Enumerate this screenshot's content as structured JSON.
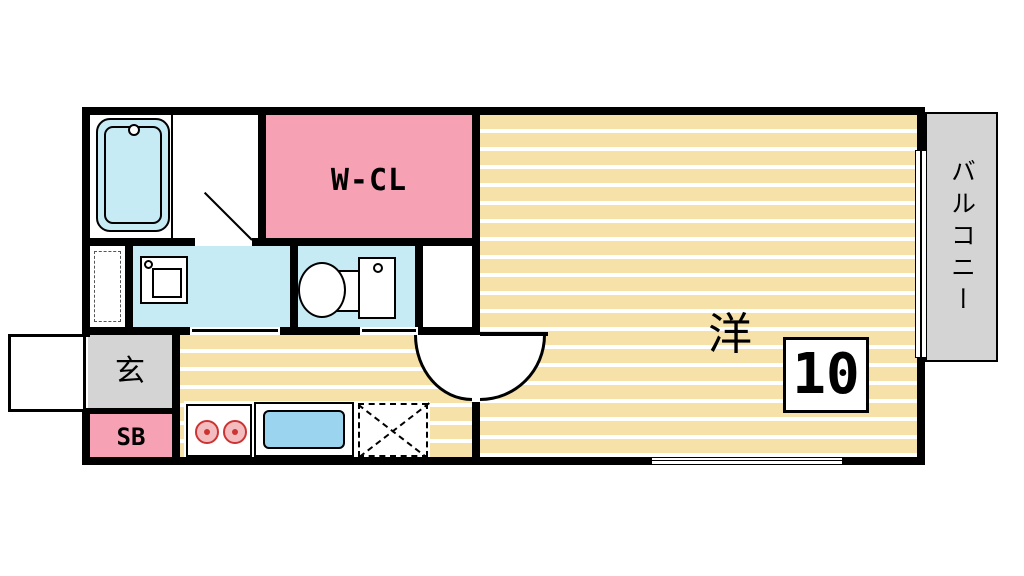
{
  "floorplan": {
    "labels": {
      "walk_in_closet": "W-CL",
      "main_room": "洋",
      "main_room_size": "10",
      "balcony": "バルコニー",
      "entrance": "玄",
      "shoe_box": "SB"
    },
    "colors": {
      "wall": "#000000",
      "flooring_stripe": "#f6e1a8",
      "closet_pink": "#f7a1b5",
      "wet_area_blue": "#c6ebf5",
      "kitchen_sink_blue": "#9bd4ee",
      "balcony_grey": "#d4d4d4",
      "burner_red": "#cc3333",
      "background": "#ffffff"
    },
    "icons": {
      "bathtub": "bathtub-icon",
      "washbasin": "washbasin-icon",
      "toilet": "toilet-icon",
      "stove": "stove-icon",
      "kitchen_sink": "kitchen-sink-icon",
      "appliance_space": "appliance-space-dashed-icon",
      "door": "door-arc-icon",
      "entrance_door": "entrance-door-icon",
      "window": "window-icon"
    }
  }
}
